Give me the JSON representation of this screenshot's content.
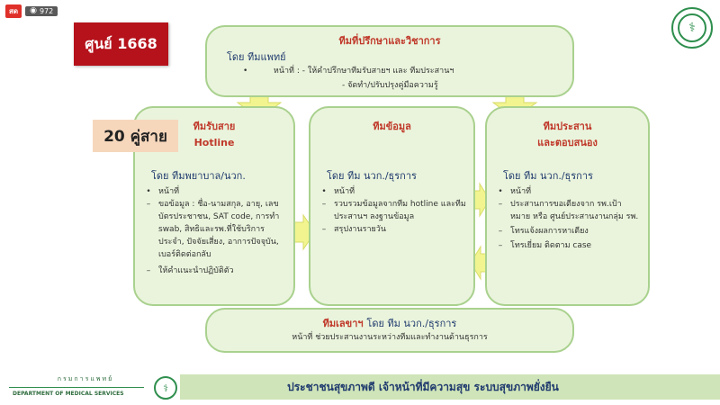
{
  "overlay": {
    "live_label": "สด",
    "view_count": "972"
  },
  "center_label": "ศูนย์ 1668",
  "lines_badge": "20 คู่สาย",
  "consult_team": {
    "title": "ทีมที่ปรึกษาและวิชาการ",
    "by": "โดย ทีมแพทย์",
    "bullet": "•",
    "duty_line1": "หน้าที่ : - ให้คำปรึกษาทีมรับสายฯ และ ทีมประสานฯ",
    "duty_line2": "- จัดทำ/ปรับปรุงคู่มือความรู้"
  },
  "hotline_team": {
    "title_line1": "ทีมรับสาย",
    "title_line2": "Hotline",
    "by": "โดย ทีมพยาบาล/นวก.",
    "items": [
      {
        "marker": "•",
        "text": "หน้าที่"
      },
      {
        "marker": "–",
        "text": "ขอข้อมูล : ชื่อ-นามสกุล, อายุ, เลขบัตรประชาชน, SAT code, การทำ swab, สิทธิและรพ.ที่ใช้บริการประจำ, ปัจจัยเสี่ยง, อาการปัจจุบัน, เบอร์ติดต่อกลับ"
      },
      {
        "marker": "–",
        "text": "ให้คำแนะนำปฏิบัติตัว"
      }
    ]
  },
  "data_team": {
    "title": "ทีมข้อมูล",
    "by": "โดย ทีม นวก./ธุรการ",
    "items": [
      {
        "marker": "•",
        "text": "หน้าที่"
      },
      {
        "marker": "–",
        "text": "รวบรวมข้อมูลจากทีม hotline และทีมประสานฯ ลงฐานข้อมูล"
      },
      {
        "marker": "–",
        "text": "สรุปงานรายวัน"
      }
    ]
  },
  "coord_team": {
    "title_line1": "ทีมประสาน",
    "title_line2": "และตอบสนอง",
    "by": "โดย ทีม นวก./ธุรการ",
    "items": [
      {
        "marker": "•",
        "text": "หน้าที่"
      },
      {
        "marker": "–",
        "text": "ประสานการขอเตียงจาก รพ.เป้าหมาย หรือ ศูนย์ประสานงานกลุ่ม รพ."
      },
      {
        "marker": "–",
        "text": "โทรแจ้งผลการหาเตียง"
      },
      {
        "marker": "–",
        "text": "โทรเยี่ยม ติดตาม case"
      }
    ]
  },
  "secretary_team": {
    "title": "ทีมเลขาฯ",
    "by": "โดย ทีม นวก./ธุรการ",
    "duty": "หน้าที่ ช่วยประสานงานระหว่างทีมและทำงานด้านธุรการ"
  },
  "footer": {
    "dept_th": "กรมการแพทย์",
    "dept_en": "DEPARTMENT OF MEDICAL SERVICES",
    "slogan": "ประชาชนสุขภาพดี เจ้าหน้าที่มีความสุข ระบบสุขภาพยั่งยืน"
  },
  "colors": {
    "box_fill": "#eaf4dc",
    "box_border": "#a9d18e",
    "title_red": "#c0392b",
    "text_navy": "#1f3a6e",
    "center_label_bg": "#b5121b",
    "lines_badge_bg": "#f6d7bc",
    "arrow_fill": "#f2f58f",
    "footer_band": "#cfe4b8"
  }
}
